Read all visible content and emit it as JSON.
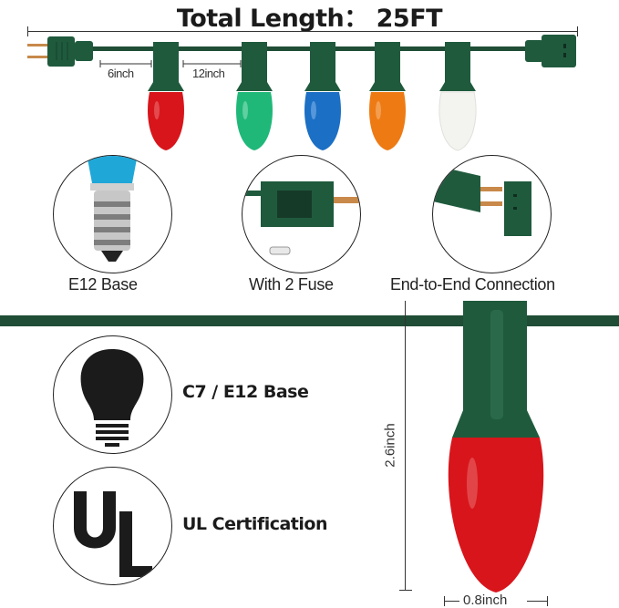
{
  "header": {
    "title": "Total Length： 25FT"
  },
  "string_diagram": {
    "spacing_first": "6inch",
    "spacing_between": "12inch",
    "bulbs": [
      {
        "color_name": "red",
        "color": "#d8151b"
      },
      {
        "color_name": "green",
        "color": "#1fb879"
      },
      {
        "color_name": "blue",
        "color": "#1b6fc4"
      },
      {
        "color_name": "orange",
        "color": "#ee7a14"
      },
      {
        "color_name": "white",
        "color": "#f3f3ef"
      }
    ],
    "wire_color": "#1f4d35"
  },
  "features_top": [
    {
      "caption": "E12 Base",
      "icon": "e12-socket-icon"
    },
    {
      "caption": "With 2 Fuse",
      "icon": "fuse-plug-icon"
    },
    {
      "caption": "End-to-End Connection",
      "icon": "connector-icon"
    }
  ],
  "features_bottom": [
    {
      "label": "C7 / E12 Base",
      "icon": "light-bulb-icon"
    },
    {
      "label": "UL Certification",
      "icon": "ul-logo-icon"
    }
  ],
  "dimensions": {
    "height": "2.6inch",
    "width": "0.8inch"
  }
}
